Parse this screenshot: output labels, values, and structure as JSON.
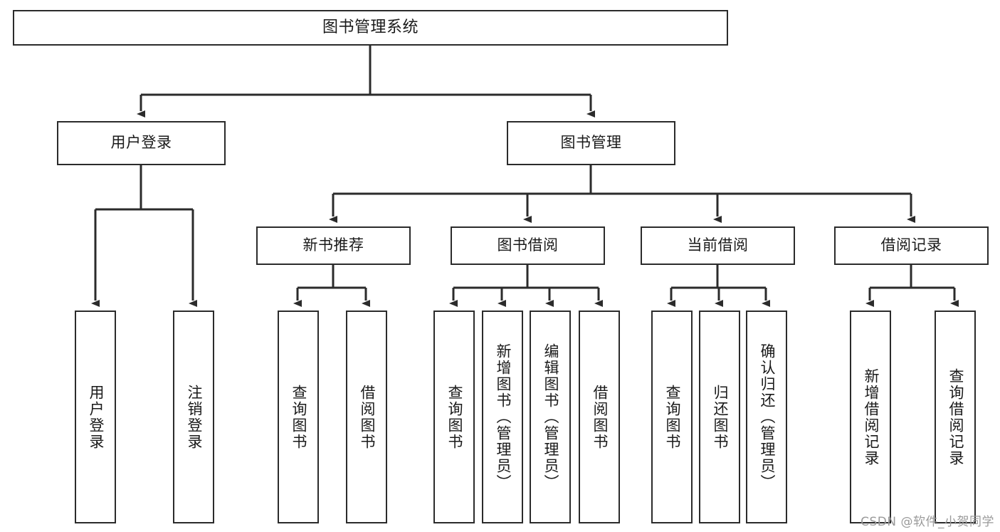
{
  "diagram": {
    "title": "图书管理系统",
    "type": "tree-hierarchy-chart",
    "watermark": "CSDN @软件_小贺同学",
    "line_color": "#2b2b2b",
    "box_fill": "#ffffff",
    "text_color": "#1a1a1a",
    "watermark_color": "#9a9a9a"
  },
  "nodes": {
    "root": {
      "label": "图书管理系统"
    },
    "level2": [
      {
        "id": "user-login",
        "label": "用户登录"
      },
      {
        "id": "book-manage",
        "label": "图书管理"
      }
    ],
    "level3": [
      {
        "id": "new-book-recommend",
        "label": "新书推荐"
      },
      {
        "id": "book-borrow",
        "label": "图书借阅"
      },
      {
        "id": "current-borrow",
        "label": "当前借阅"
      },
      {
        "id": "borrow-record",
        "label": "借阅记录"
      }
    ],
    "leaves": {
      "user-login": [
        {
          "id": "leaf-user-login",
          "label": "用户登录"
        },
        {
          "id": "leaf-logout-login",
          "label": "注销登录"
        }
      ],
      "new-book-recommend": [
        {
          "id": "leaf-query-book-1",
          "label": "查询图书"
        },
        {
          "id": "leaf-borrow-book-1",
          "label": "借阅图书"
        }
      ],
      "book-borrow": [
        {
          "id": "leaf-query-book-2",
          "label": "查询图书"
        },
        {
          "id": "leaf-add-book",
          "label": "新增图书（管理员）"
        },
        {
          "id": "leaf-edit-book",
          "label": "编辑图书（管理员）"
        },
        {
          "id": "leaf-borrow-book-2",
          "label": "借阅图书"
        }
      ],
      "current-borrow": [
        {
          "id": "leaf-query-book-3",
          "label": "查询图书"
        },
        {
          "id": "leaf-return-book",
          "label": "归还图书"
        },
        {
          "id": "leaf-confirm-return",
          "label": "确认归还（管理员）"
        }
      ],
      "borrow-record": [
        {
          "id": "leaf-add-record",
          "label": "新增借阅记录"
        },
        {
          "id": "leaf-query-record",
          "label": "查询借阅记录"
        }
      ]
    }
  }
}
